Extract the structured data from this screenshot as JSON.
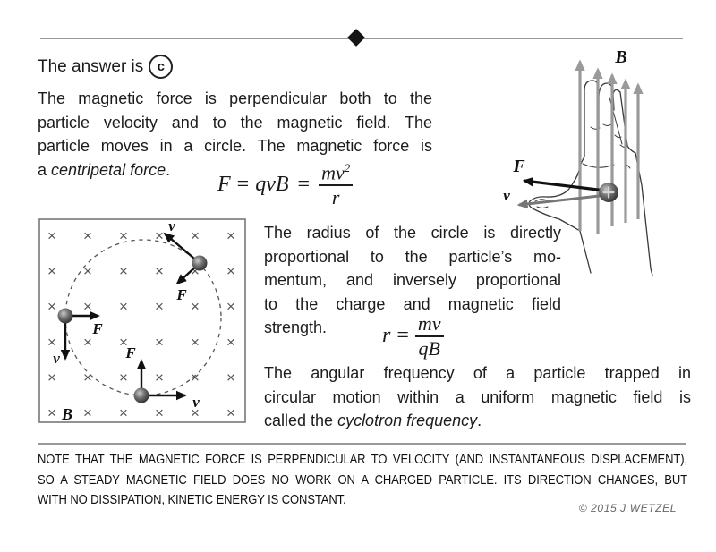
{
  "colors": {
    "background": "#ffffff",
    "text": "#1c1c1c",
    "rule": "#999999",
    "arrow_black": "#111111",
    "arrow_gray": "#9a9a9a",
    "cross": "#555555",
    "copyright": "#666666"
  },
  "header": {
    "answer_prefix": "The answer is",
    "answer_letter": "c"
  },
  "intro": {
    "line1": "The magnetic force is  perpendicular both to the",
    "line2": "particle velocity and to the magnetic field.  The",
    "line3": "particle moves in a circle.  The magnetic force is",
    "line4_prefix": "a ",
    "line4_italic": "centripetal force",
    "line4_suffix": "."
  },
  "force_formula": {
    "lhs": "F",
    "eq1": "=",
    "mid": "qvB",
    "eq2": "=",
    "num_base": "mv",
    "num_exp": "2",
    "den": "r"
  },
  "field_diagram": {
    "b_label": "B",
    "cross": "×",
    "grid_cols": 6,
    "grid_rows": 6,
    "top_particle": {
      "v_label": "v",
      "f_label": "F"
    },
    "left_particle": {
      "v_label": "v",
      "f_label": "F"
    },
    "bottom_particle": {
      "v_label": "v",
      "f_label": "F"
    }
  },
  "radius_paragraph": {
    "line1": "The radius of the circle is directly",
    "line2": "proportional to the particle’s mo-",
    "line3": "mentum, and inversely proportional",
    "line4": "to the charge and magnetic field",
    "line5": "strength."
  },
  "radius_formula": {
    "lhs": "r",
    "eq": "=",
    "num": "mv",
    "den": "qB"
  },
  "cyclotron_paragraph": {
    "line1": "The angular frequency of a particle trapped in",
    "line2": "circular motion within  a uniform  magnetic field is",
    "line3_prefix": "called the ",
    "line3_italic": "cyclotron frequency",
    "line3_suffix": "."
  },
  "hand_diagram": {
    "b_label": "B",
    "f_label": "F",
    "v_label": "v",
    "charge_sign": "+"
  },
  "note": {
    "line1": "NOTE THAT THE MAGNETIC FORCE IS PERPENDICULAR TO VELOCITY (AND INSTANTANEOUS DISPLACEMENT),",
    "line2": "SO A STEADY MAGNETIC FIELD DOES NO WORK ON A CHARGED PARTICLE.   ITS DIRECTION CHANGES, BUT",
    "line3": "WITH NO DISSIPATION, KINETIC ENERGY IS CONSTANT."
  },
  "copyright": "© 2015 J WETZEL"
}
